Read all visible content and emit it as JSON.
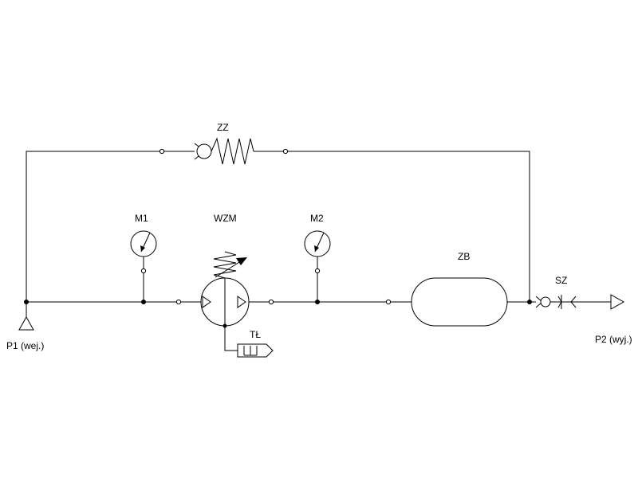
{
  "diagram": {
    "labels": {
      "zz": "ZZ",
      "m1": "M1",
      "wzm": "WZM",
      "m2": "M2",
      "zb": "ZB",
      "sz": "SZ",
      "tl": "TŁ",
      "p1": "P1 (wej.)",
      "p2": "P2 (wyj.)"
    }
  }
}
